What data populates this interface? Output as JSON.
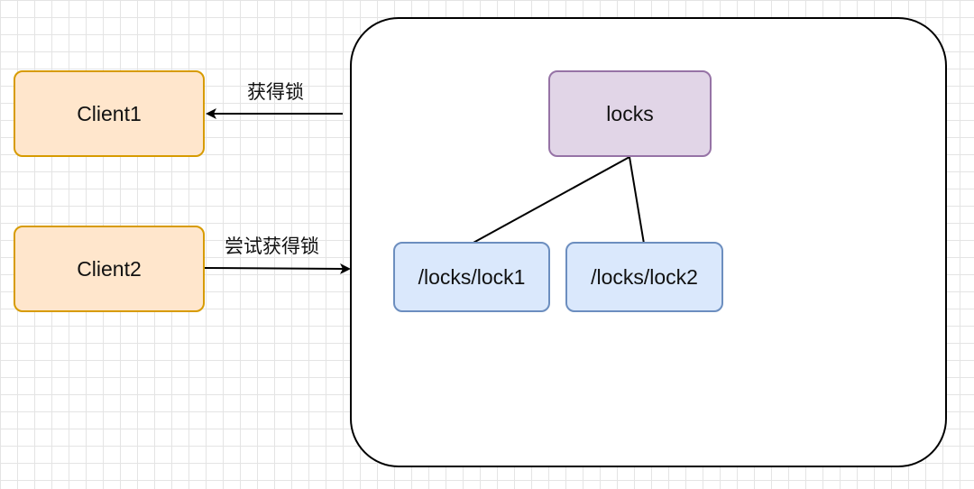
{
  "diagram": {
    "server": {
      "root_label": "locks",
      "children": [
        {
          "label": "/locks/lock1"
        },
        {
          "label": "/locks/lock2"
        }
      ]
    },
    "clients": [
      {
        "label": "Client1",
        "arrow_label": "获得锁"
      },
      {
        "label": "Client2",
        "arrow_label": "尝试获得锁"
      }
    ],
    "colors": {
      "client_fill": "#ffe6cc",
      "client_border": "#d79b00",
      "root_fill": "#e1d5e7",
      "root_border": "#9673a6",
      "child_fill": "#dae8fc",
      "child_border": "#6c8ebf"
    }
  }
}
